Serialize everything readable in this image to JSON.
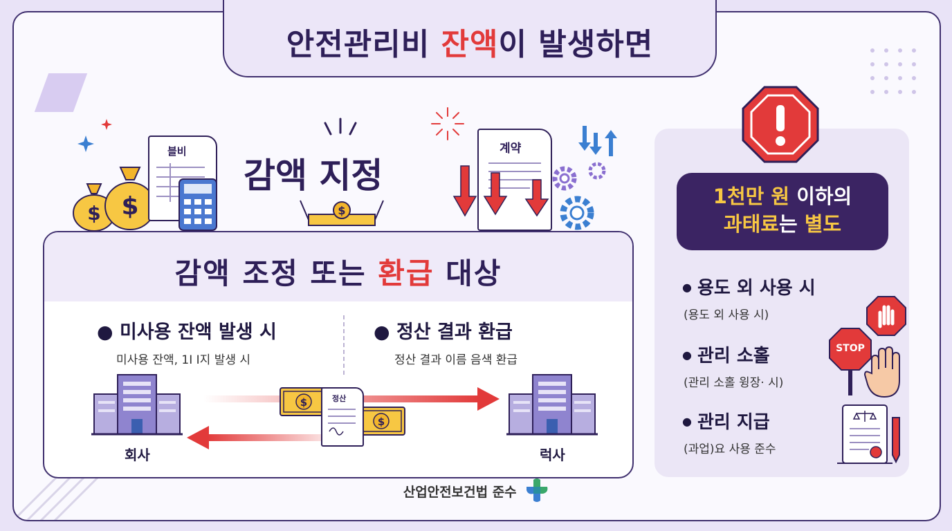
{
  "title": {
    "part1": "안전관리비 ",
    "highlight": "잔액",
    "part2": "이 발생하면"
  },
  "top_row": {
    "heading": "감액 지정",
    "doc_left_label": "블비",
    "doc_right_label": "계약"
  },
  "main": {
    "title_part1": "감액 조정 또는 ",
    "title_highlight": "환급",
    "title_part2": " 대상",
    "left_col": {
      "title": "미사용 잔액 발생 시",
      "sub": "미사용 잔액, 1I I지 발생 시"
    },
    "right_col": {
      "title": "정산 결과 환급",
      "sub": "정산 결과 이름 음색 환급"
    },
    "doc_label": "정산",
    "building_left": "회사",
    "building_right": "럭사"
  },
  "right_panel": {
    "fine_line1_highlight": "1천만 원",
    "fine_line1_rest": " 이하의",
    "fine_line2_highlight": "과태료",
    "fine_line2_mid": "는 ",
    "fine_line2_highlight2": "별도",
    "items": [
      {
        "title": "용도 외 사용 시",
        "sub": "(용도 외 사용 시)"
      },
      {
        "title": "관리 소홀",
        "sub": "(관리 소홀 윙장· 시)"
      },
      {
        "title": "관리 지급",
        "sub": "(과업)요 사용 준수"
      }
    ],
    "stop_label": "STOP"
  },
  "footer": {
    "text": "산업안전보건법 준수"
  },
  "colors": {
    "accent_red": "#e23a3a",
    "navy": "#3b2463",
    "gold": "#f7c743",
    "green": "#3aa86b",
    "blue": "#3b7fd1"
  },
  "icons": [
    "money-bag-icon",
    "calculator-icon",
    "document-icon",
    "gear-icon",
    "warning-octagon-icon",
    "stop-sign-icon",
    "hand-icon",
    "building-icon",
    "cash-icon",
    "arrow-icon",
    "scales-document-icon",
    "medical-cross-logo"
  ]
}
